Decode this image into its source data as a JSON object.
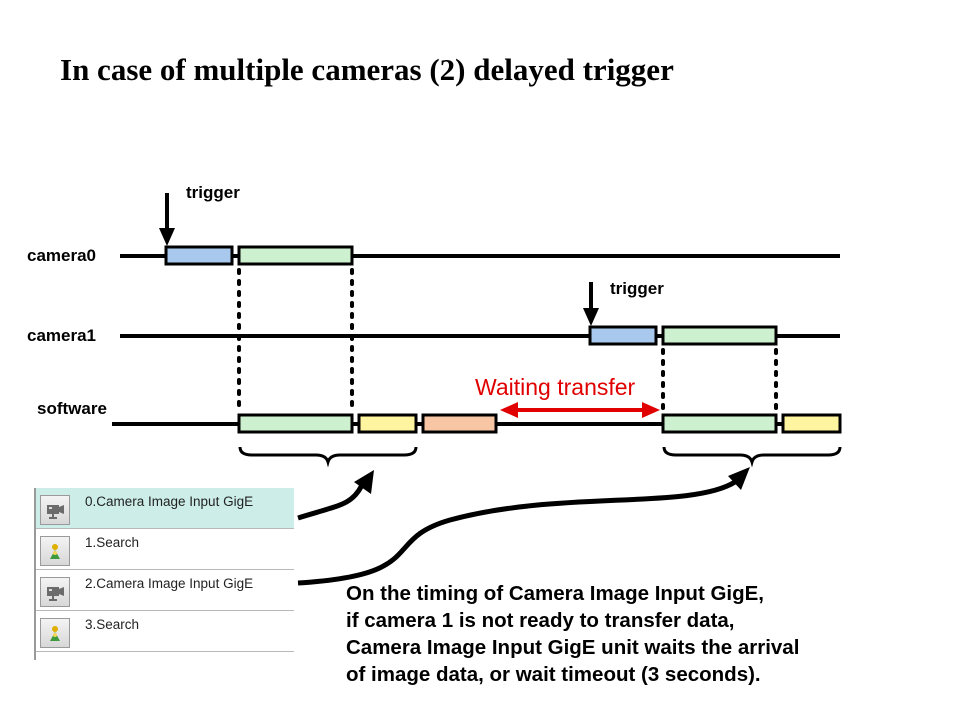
{
  "title": "In case of multiple cameras (2) delayed trigger",
  "timeline": {
    "row_labels": {
      "camera0": "camera0",
      "camera1": "camera1",
      "software": "software"
    },
    "trigger_label_1": "trigger",
    "trigger_label_2": "trigger",
    "waiting_label": "Waiting transfer",
    "colors": {
      "blue": "#a9c8ee",
      "green": "#cdf0cf",
      "yellow": "#fff5a0",
      "orange": "#f8c6a4",
      "arrow_red": "#e00000"
    }
  },
  "flow": {
    "items": [
      {
        "label": "0.Camera Image Input GigE",
        "icon": "camera-icon",
        "selected": true
      },
      {
        "label": "1.Search",
        "icon": "search-icon",
        "selected": false
      },
      {
        "label": "2.Camera Image Input GigE",
        "icon": "camera-icon",
        "selected": false
      },
      {
        "label": "3.Search",
        "icon": "search-icon",
        "selected": false
      }
    ]
  },
  "note": {
    "lines": [
      "On the timing of Camera Image Input GigE,",
      "if camera 1 is not ready to transfer data,",
      "Camera Image Input GigE unit waits the arrival",
      "of image data, or wait timeout (3 seconds)."
    ]
  }
}
